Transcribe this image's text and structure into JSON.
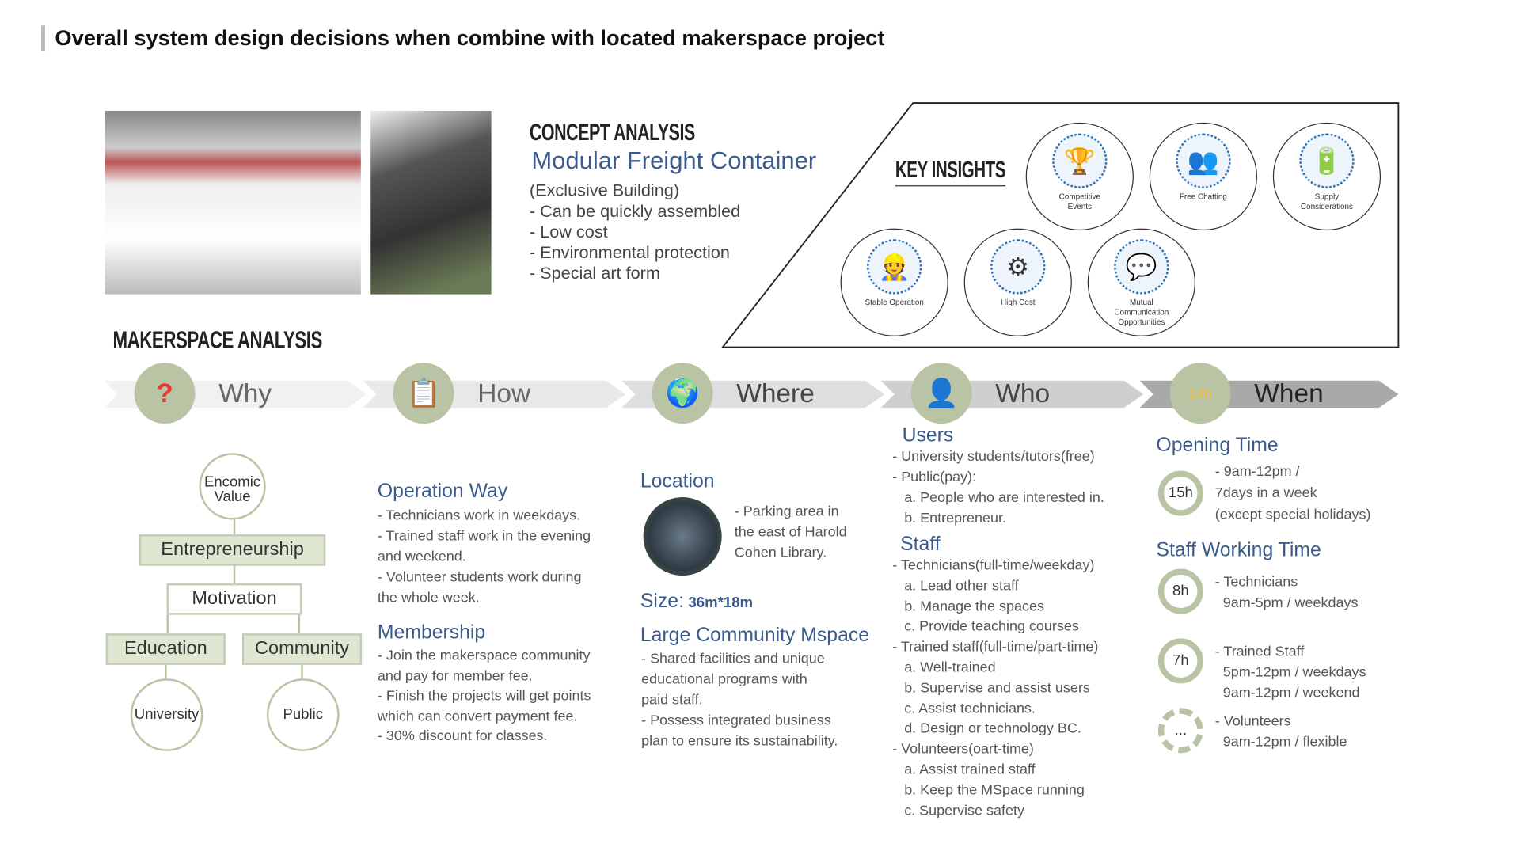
{
  "title": "Overall system design decisions when combine with located makerspace project",
  "concept": {
    "heading": "CONCEPT ANALYSIS",
    "subtitle": "Modular Freight Container",
    "lines": [
      "(Exclusive Building)",
      "- Can be quickly assembled",
      "- Low cost",
      "- Environmental protection",
      "- Special art form"
    ]
  },
  "insights": {
    "heading": "KEY INSIGHTS",
    "items": [
      {
        "label": "Competitive Events",
        "icon": "podium-icon",
        "glyph": "🏆"
      },
      {
        "label": "Free Chatting",
        "icon": "chat-icon",
        "glyph": "👥"
      },
      {
        "label": "Supply Considerations",
        "icon": "battery-icon",
        "glyph": "🔋"
      },
      {
        "label": "Stable Operation",
        "icon": "worker-icon",
        "glyph": "👷"
      },
      {
        "label": "High Cost",
        "icon": "gear-wrench-icon",
        "glyph": "⚙"
      },
      {
        "label": "Mutual Communication Opportunities",
        "icon": "communication-icon",
        "glyph": "💬"
      }
    ]
  },
  "makerspace_heading": "MAKERSPACE ANALYSIS",
  "phases": [
    {
      "label": "Why",
      "glyph": "?"
    },
    {
      "label": "How",
      "glyph": "📋"
    },
    {
      "label": "Where",
      "glyph": "🌍"
    },
    {
      "label": "Who",
      "glyph": "👤"
    },
    {
      "label": "When",
      "glyph": "24h"
    }
  ],
  "why": {
    "top": "Encomic Value",
    "entrepreneurship": "Entrepreneurship",
    "motivation": "Motivation",
    "education": "Education",
    "community": "Community",
    "university": "University",
    "public": "Public"
  },
  "how": {
    "op_title": "Operation Way",
    "op_lines": [
      "- Technicians work in weekdays.",
      "- Trained staff work in the evening",
      "and weekend.",
      "- Volunteer students work during",
      "the whole week."
    ],
    "mem_title": "Membership",
    "mem_lines": [
      "- Join the makerspace community",
      "and pay for member fee.",
      "- Finish the projects will get points",
      "which can convert payment fee.",
      "- 30% discount for classes."
    ]
  },
  "where": {
    "loc_title": "Location",
    "loc_lines": [
      "- Parking area in",
      "the east of Harold",
      "Cohen Library."
    ],
    "size_label": "Size:",
    "size_value": "36m*18m",
    "lc_title": "Large Community Mspace",
    "lc_lines": [
      "- Shared facilities and unique",
      "educational programs with",
      "paid staff.",
      "- Possess integrated business",
      "plan to ensure its sustainability."
    ]
  },
  "who": {
    "users_title": "Users",
    "users_lines": [
      "- University students/tutors(free)",
      "- Public(pay):",
      "   a. People who are interested in.",
      "   b. Entrepreneur."
    ],
    "staff_title": "Staff",
    "staff_lines": [
      "- Technicians(full-time/weekday)",
      "   a. Lead other staff",
      "   b. Manage the spaces",
      "   c. Provide teaching courses",
      "- Trained staff(full-time/part-time)",
      "   a. Well-trained",
      "   b. Supervise and assist users",
      "   c. Assist technicians.",
      "   d. Design or technology BC.",
      "- Volunteers(oart-time)",
      "   a. Assist trained staff",
      "   b. Keep the MSpace running",
      "   c. Supervise safety"
    ]
  },
  "when": {
    "open_title": "Opening Time",
    "open_ring": "15h",
    "open_lines": [
      "- 9am-12pm /",
      "7days in a week",
      "(except special holidays)"
    ],
    "staff_title": "Staff Working Time",
    "rows": [
      {
        "ring": "8h",
        "lines": [
          "- Technicians",
          "  9am-5pm / weekdays"
        ]
      },
      {
        "ring": "7h",
        "lines": [
          "- Trained Staff",
          "  5pm-12pm / weekdays",
          "  9am-12pm / weekend"
        ]
      },
      {
        "ring": "...",
        "lines": [
          "- Volunteers",
          "  9am-12pm / flexible"
        ]
      }
    ]
  }
}
